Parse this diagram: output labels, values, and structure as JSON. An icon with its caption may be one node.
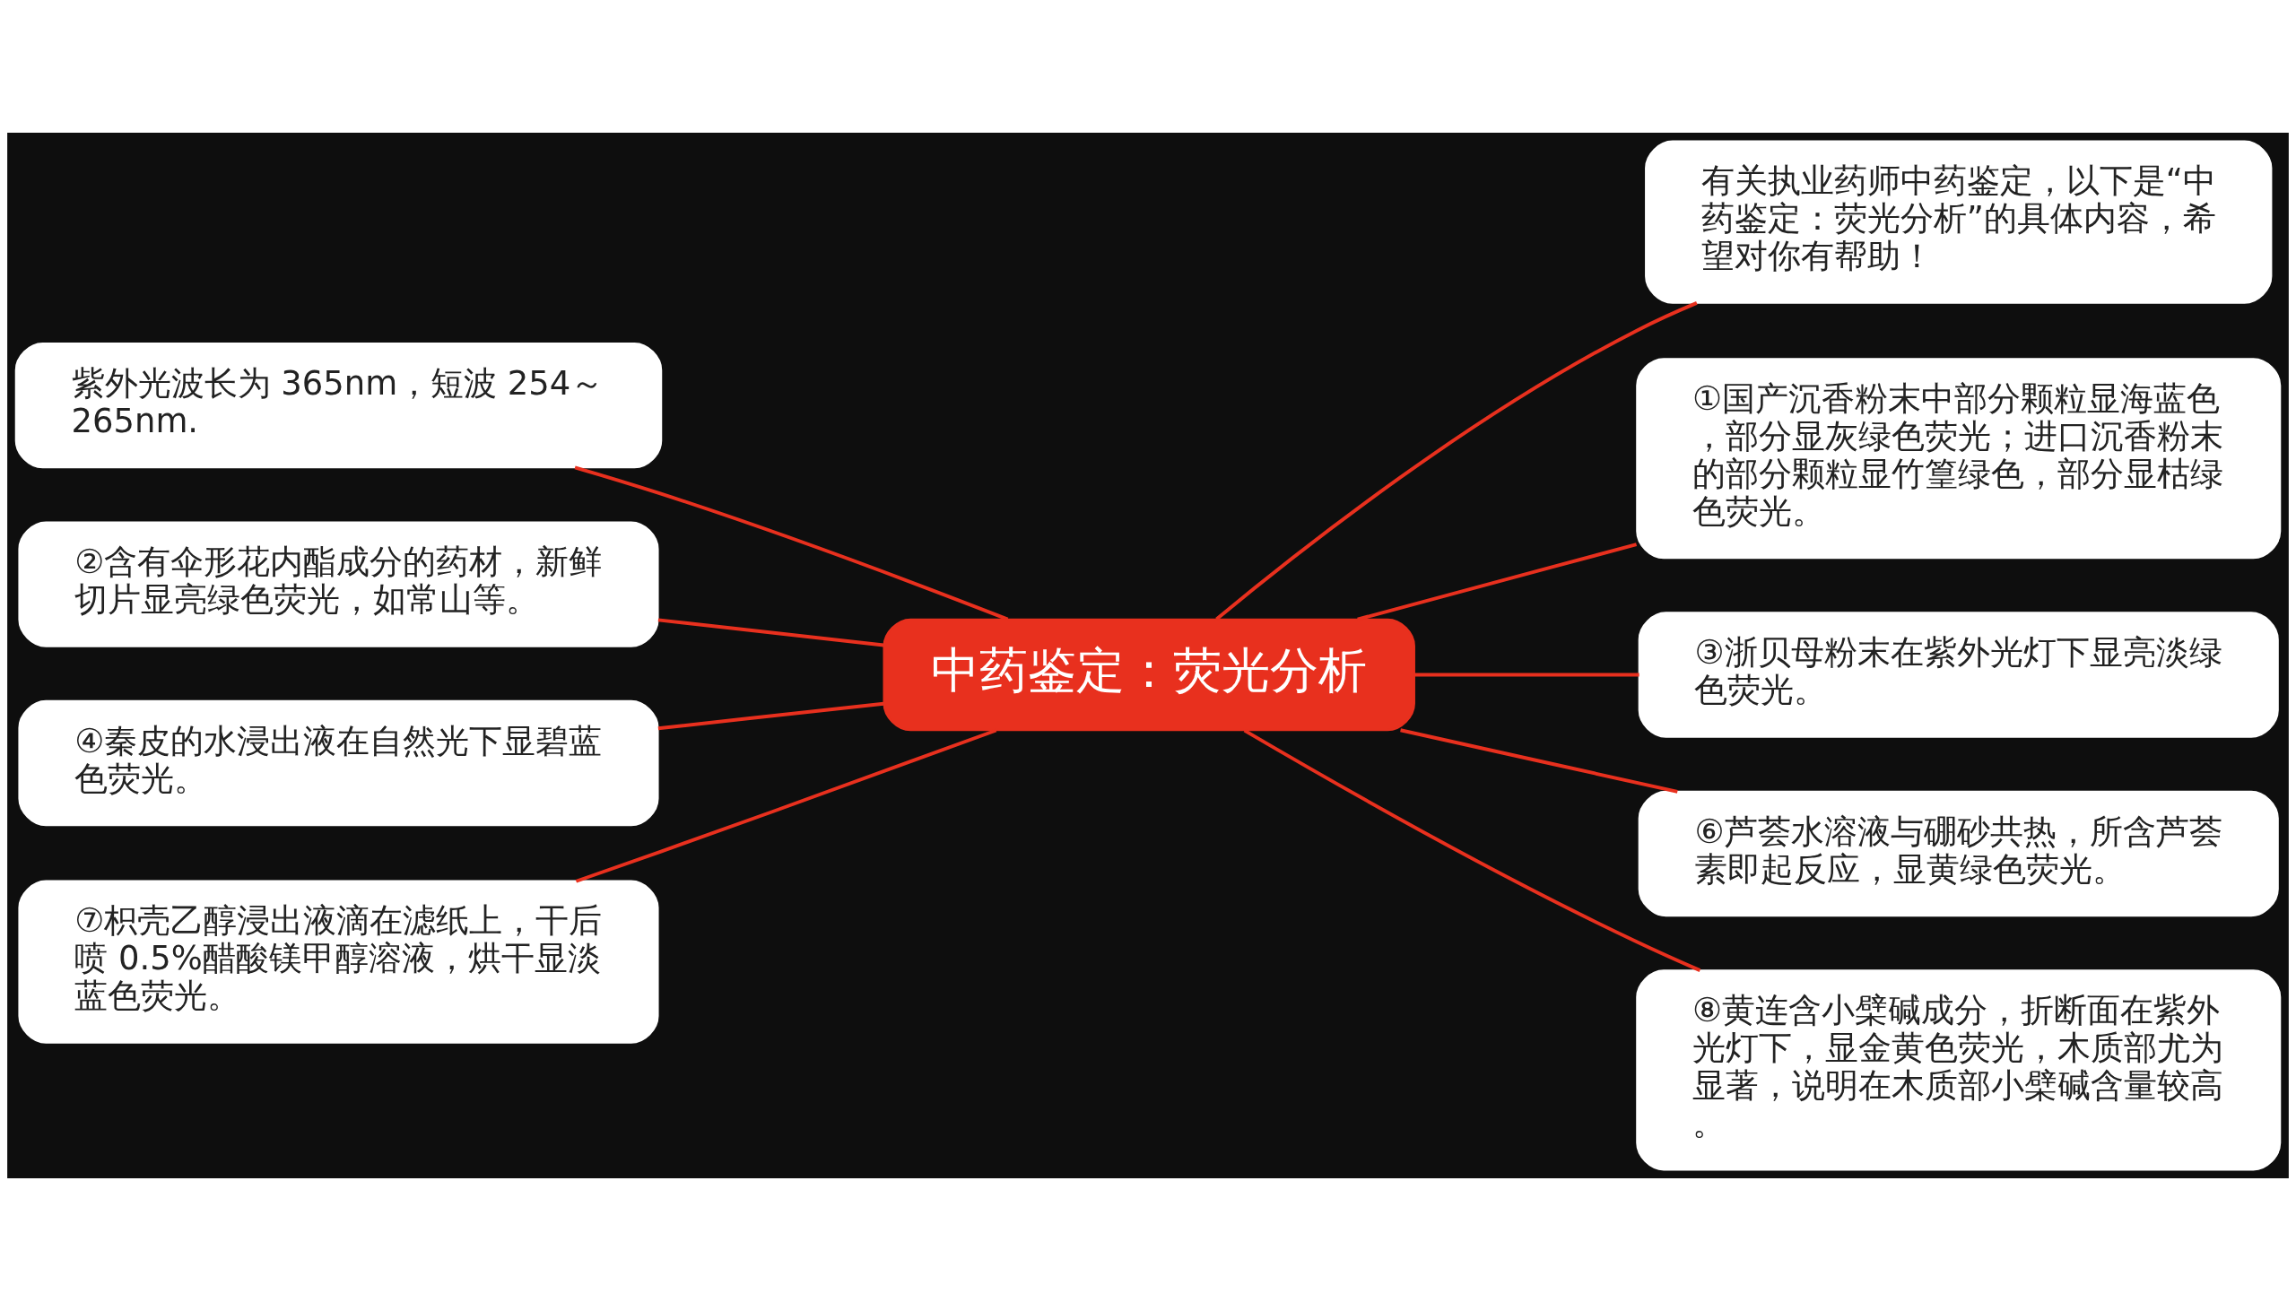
{
  "diagram": {
    "nodes": [
      {
        "text": [
          "中药鉴定：荧光分析"
        ]
      },
      {
        "text": [
          "有关执业药师中药鉴定，以下是“中药鉴定：荧光分析”的具体内容，希望对你有帮助！"
        ]
      },
      {
        "text": [
          "①国产沉香粉末中部分颗粒显海蓝色，部分显灰绿色荧光；进口沉香粉末的部分颗粒显竹篁绿色，部分显枯绿色荧光。"
        ]
      },
      {
        "text": [
          "③浙贝母粉末在紫外光灯下显亮淡绿色荧光。"
        ]
      },
      {
        "text": [
          "⑥芦荟水溶液与硼砂共热，所含芦荟素即起反应，显黄绿色荧光。"
        ]
      },
      {
        "text": [
          "⑧黄连含小檗碱成分，折断面在紫外光灯下，显金黄色荧光，木质部尤为显著，说明在木质部小檗碱含量较高。"
        ]
      },
      {
        "text": [
          "紫外光波长为 365nm，短波 254～265nm."
        ]
      },
      {
        "text": [
          "②含有伞形花内酯成分的药材，新鲜切片显亮绿色荧光，如常山等。"
        ]
      },
      {
        "text": [
          "④秦皮的水浸出液在自然光下显碧蓝色荧光。"
        ]
      },
      {
        "text": [
          "⑦枳壳乙醇浸出液滴在滤纸上，干后喷 0.5%醋酸镁甲醇溶液，烘干显淡蓝色荧光。"
        ]
      }
    ],
    "edges": [
      {
        "from": 0,
        "to": 1,
        "arrow": "none"
      },
      {
        "from": 0,
        "to": 2,
        "arrow": "none"
      },
      {
        "from": 0,
        "to": 3,
        "arrow": "none"
      },
      {
        "from": 0,
        "to": 4,
        "arrow": "none"
      },
      {
        "from": 0,
        "to": 5,
        "arrow": "none"
      },
      {
        "from": 0,
        "to": 6,
        "arrow": "none"
      },
      {
        "from": 0,
        "to": 7,
        "arrow": "none"
      },
      {
        "from": 0,
        "to": 8,
        "arrow": "none"
      },
      {
        "from": 0,
        "to": 9,
        "arrow": "none"
      }
    ]
  }
}
